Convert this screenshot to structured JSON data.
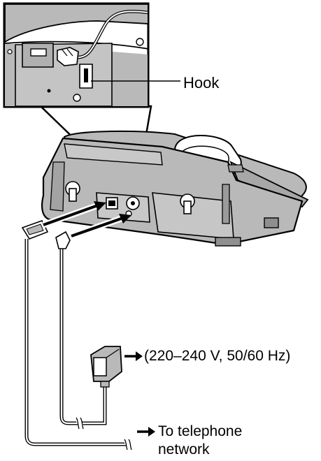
{
  "labels": {
    "hook": "Hook",
    "power": "(220–240 V, 50/60 Hz)",
    "network_line1": "To telephone",
    "network_line2": "network"
  },
  "colors": {
    "body": "#b9b9b9",
    "body_dark": "#8f8f8f",
    "line": "#000000",
    "inset_bg": "#ffffff",
    "background": "#ffffff"
  },
  "icons": [
    "arrow-right-icon",
    "cable-break-icon"
  ]
}
